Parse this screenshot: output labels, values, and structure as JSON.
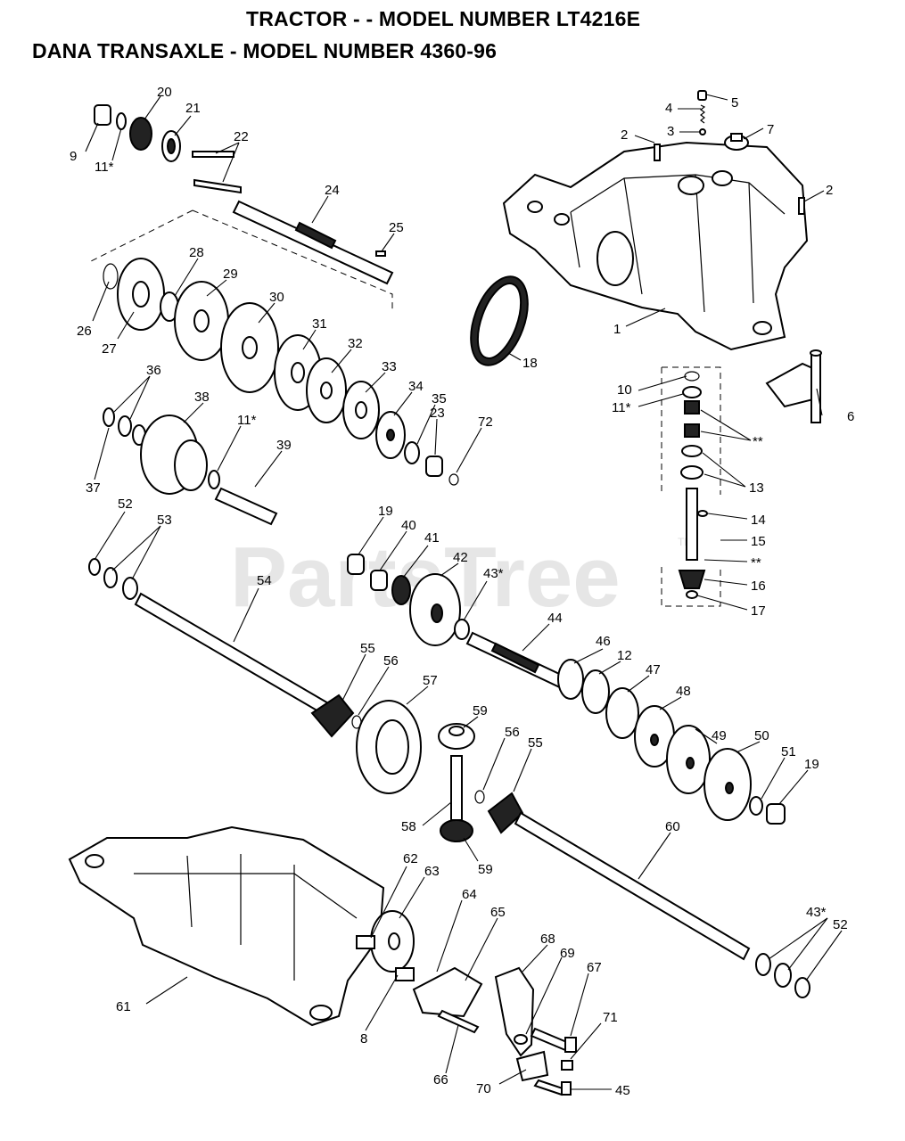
{
  "title_line1": "TRACTOR - - MODEL NUMBER LT4216E",
  "title_line2": "DANA TRANSAXLE - MODEL NUMBER 4360-96",
  "watermark": "PartsTree",
  "watermark_tm": "TM",
  "callouts": [
    "20",
    "21",
    "9",
    "11*",
    "22",
    "24",
    "25",
    "2",
    "3",
    "4",
    "5",
    "7",
    "2",
    "1",
    "26",
    "27",
    "28",
    "29",
    "30",
    "31",
    "32",
    "33",
    "34",
    "35",
    "23",
    "72",
    "18",
    "36",
    "37",
    "38",
    "11*",
    "39",
    "10",
    "11*",
    "**",
    "13",
    "6",
    "14",
    "15",
    "**",
    "16",
    "17",
    "52",
    "53",
    "54",
    "19",
    "40",
    "41",
    "42",
    "43*",
    "44",
    "46",
    "12",
    "47",
    "48",
    "49",
    "50",
    "51",
    "19",
    "55",
    "56",
    "57",
    "59",
    "56",
    "55",
    "58",
    "59",
    "60",
    "62",
    "63",
    "64",
    "65",
    "61",
    "8",
    "68",
    "69",
    "67",
    "71",
    "66",
    "70",
    "45",
    "43*",
    "52"
  ]
}
